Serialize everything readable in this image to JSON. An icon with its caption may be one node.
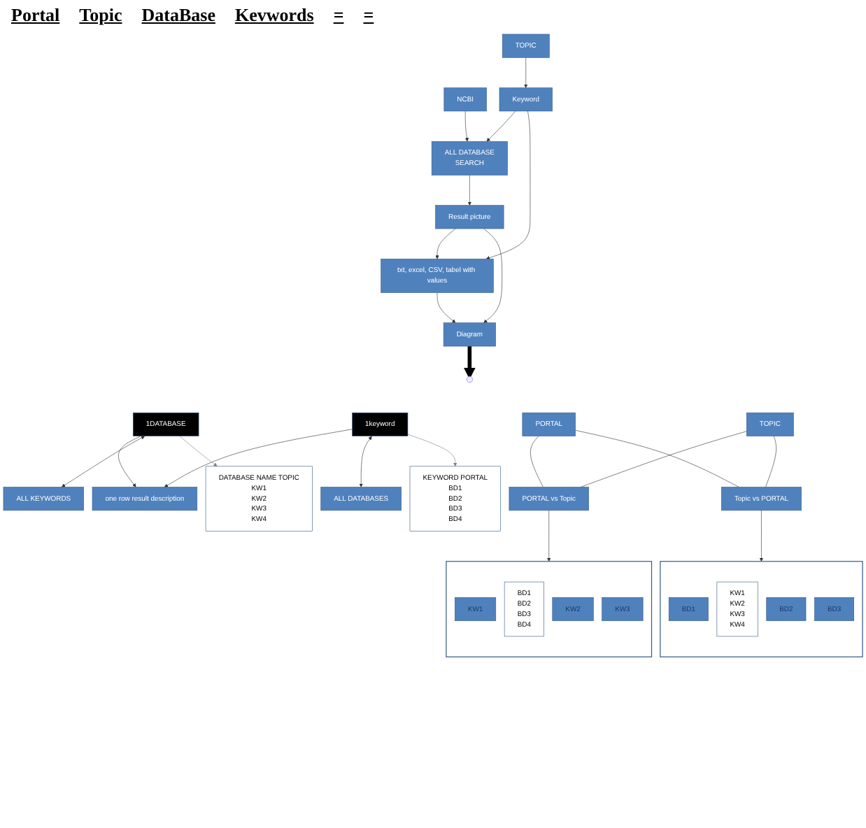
{
  "diagram": {
    "nodes": [
      {
        "text": [
          "NCBI"
        ]
      },
      {
        "text": [
          "TOPIC"
        ]
      },
      {
        "text": [
          "ALL DATABASE",
          "SEARCH"
        ]
      },
      {
        "text": [
          "Keyword"
        ]
      },
      {
        "text": [
          "Result picture"
        ]
      },
      {
        "text": [
          "txt, excel, CSV, tabel with values"
        ]
      },
      {
        "text": [
          "Diagram"
        ]
      },
      {
        "text": [
          "1DATABASE"
        ]
      },
      {
        "text": [
          "1keyword"
        ]
      },
      {
        "text": [
          "ALL DATABASES"
        ]
      },
      {
        "text": [
          "PORTAL"
        ]
      },
      {
        "text": [
          "ALL KEYWORDS"
        ]
      },
      {
        "text": [
          "TOPIC"
        ]
      },
      {
        "text": [
          "PORTAL vs Topic"
        ]
      },
      {
        "text": [
          "Topic vs PORTAL"
        ]
      },
      {
        "text": [
          "one row result description"
        ]
      },
      {
        "text": [
          "DATABASE NAME TOPIC",
          "KW1",
          "KW2",
          "KW3",
          "KW4"
        ]
      },
      {
        "text": [
          "KEYWORD  PORTAL",
          "BD1",
          "BD2",
          "BD3",
          "BD4"
        ]
      },
      {
        "text": [],
        "shape": "box"
      },
      {
        "text": [
          "BD1"
        ],
        "in": 18
      },
      {
        "text": [
          "KW1",
          "KW2",
          "KW3",
          "KW4"
        ],
        "in": 18
      },
      {
        "text": [
          "BD2"
        ],
        "in": 18
      },
      {
        "text": [
          "BD3"
        ],
        "in": 18
      },
      {
        "text": [],
        "shape": "box"
      },
      {
        "text": [
          "KW1"
        ],
        "in": 23
      },
      {
        "text": [
          "BD1",
          "BD2",
          "BD3",
          "BD4"
        ],
        "in": 23
      },
      {
        "text": [
          "KW2"
        ],
        "in": 23
      },
      {
        "text": [
          "KW3"
        ],
        "in": 23
      }
    ],
    "edges": [
      {
        "from": 0,
        "to": 2,
        "arrow": "to"
      },
      {
        "from": 1,
        "to": 3,
        "arrow": "to"
      },
      {
        "from": 3,
        "to": 2,
        "arrow": "to"
      },
      {
        "from": 2,
        "to": 4,
        "arrow": "to"
      },
      {
        "from": 3,
        "to": 5,
        "arrow": "to"
      },
      {
        "from": 4,
        "to": 5,
        "arrow": "to"
      },
      {
        "from": 4,
        "to": 6,
        "arrow": "to"
      },
      {
        "from": 5,
        "to": 6,
        "arrow": "to"
      },
      {
        "from": 6,
        "to": null,
        "arrow": "to",
        "style": "thick"
      },
      {
        "from": 7,
        "to": 15,
        "arrow": "to"
      },
      {
        "from": 8,
        "to": 15,
        "arrow": "to"
      },
      {
        "from": 7,
        "to": 11,
        "arrow": "both"
      },
      {
        "from": 8,
        "to": 9,
        "arrow": "both"
      },
      {
        "from": 10,
        "to": 13,
        "arrow": "none"
      },
      {
        "from": 10,
        "to": 14,
        "arrow": "none"
      },
      {
        "from": 12,
        "to": 13,
        "arrow": "none"
      },
      {
        "from": 12,
        "to": 14,
        "arrow": "none"
      },
      {
        "from": 7,
        "to": 16,
        "arrow": "to",
        "color": "#808080"
      },
      {
        "from": 8,
        "to": 17,
        "arrow": "to",
        "color": "#808080"
      },
      {
        "from": 14,
        "to": 18,
        "arrow": "to"
      },
      {
        "from": 13,
        "to": 23,
        "arrow": "to"
      }
    ],
    "labels": [
      "Portal",
      "Topic",
      "DataBase",
      "Kevwords",
      "=",
      "="
    ]
  }
}
